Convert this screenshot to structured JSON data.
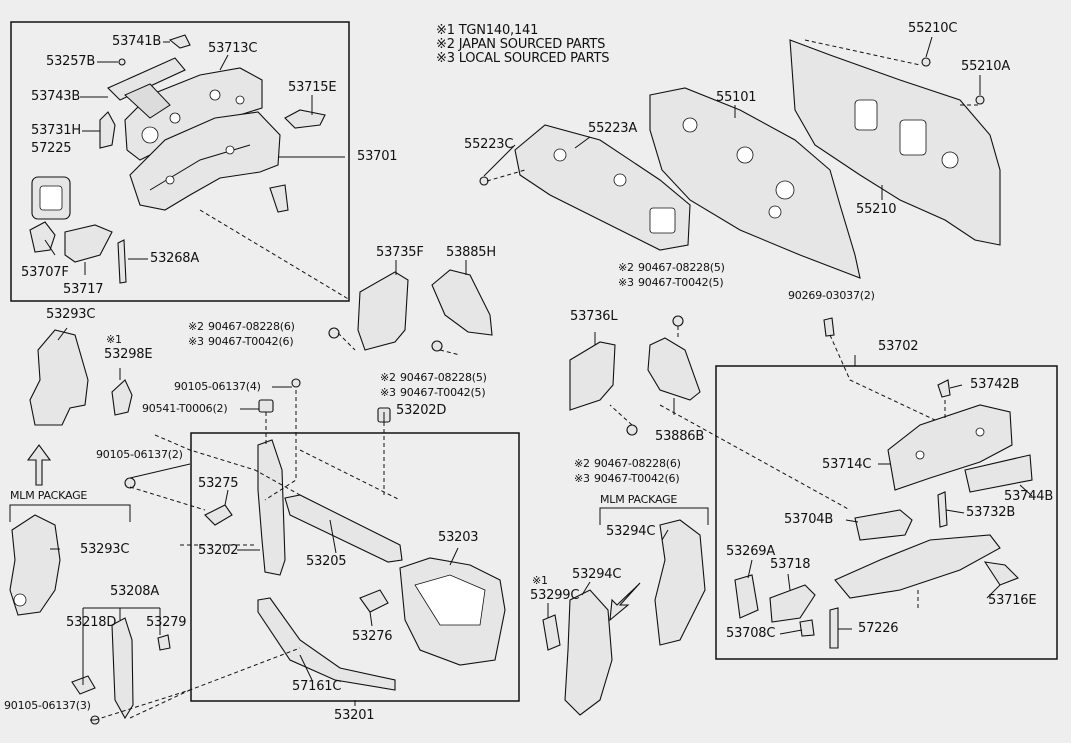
{
  "notes": [
    "※1 TGN140,141",
    "※2 JAPAN SOURCED PARTS",
    "※3 LOCAL SOURCED PARTS"
  ],
  "packages": {
    "mlm_left": "MLM PACKAGE",
    "mlm_center": "MLM PACKAGE"
  },
  "parts": {
    "p53741B": "53741B",
    "p53713C": "53713C",
    "p53257B": "53257B",
    "p53743B": "53743B",
    "p53715E": "53715E",
    "p53731H": "53731H",
    "p57225": "57225",
    "p53701": "53701",
    "p53707F": "53707F",
    "p53717": "53717",
    "p53268A": "53268A",
    "p55223C": "55223C",
    "p55223A": "55223A",
    "p55101": "55101",
    "p55210C": "55210C",
    "p55210A": "55210A",
    "p55210": "55210",
    "p53735F": "53735F",
    "p53885H": "53885H",
    "f1_mark": "※2",
    "f1_num": "90467-08228(6)",
    "f2_mark": "※3",
    "f2_num": "90467-T0042(6)",
    "f3_mark": "※2",
    "f3_num": "90467-08228(5)",
    "f4_mark": "※3",
    "f4_num": "90467-T0042(5)",
    "f5_mark": "※2",
    "f5_num": "90467-08228(5)",
    "f6_mark": "※3",
    "f6_num": "90467-T0042(5)",
    "f7_mark": "※2",
    "f7_num": "90467-08228(6)",
    "f8_mark": "※3",
    "f8_num": "90467-T0042(6)",
    "p90269": "90269-03037(2)",
    "p53293C_top": "53293C",
    "p53298E_mark": "※1",
    "p53298E": "53298E",
    "p90105_a": "90105-06137(4)",
    "p90541": "90541-T0006(2)",
    "p53202D": "53202D",
    "p90105_b": "90105-06137(2)",
    "p53275": "53275",
    "p53202": "53202",
    "p53205": "53205",
    "p53203": "53203",
    "p53276": "53276",
    "p57161C": "57161C",
    "p53201": "53201",
    "p53293C_bot": "53293C",
    "p53208A": "53208A",
    "p53218D": "53218D",
    "p53279": "53279",
    "p90105_c": "90105-06137(3)",
    "p53736L": "53736L",
    "p53886B": "53886B",
    "p53294C_a": "53294C",
    "p53294C_b": "53294C",
    "p53299C_mark": "※1",
    "p53299C": "53299C",
    "p53702": "53702",
    "p53742B": "53742B",
    "p53714C": "53714C",
    "p53744B": "53744B",
    "p53704B": "53704B",
    "p53732B": "53732B",
    "p53269A": "53269A",
    "p53718": "53718",
    "p53708C": "53708C",
    "p57226": "57226",
    "p53716E": "53716E"
  }
}
